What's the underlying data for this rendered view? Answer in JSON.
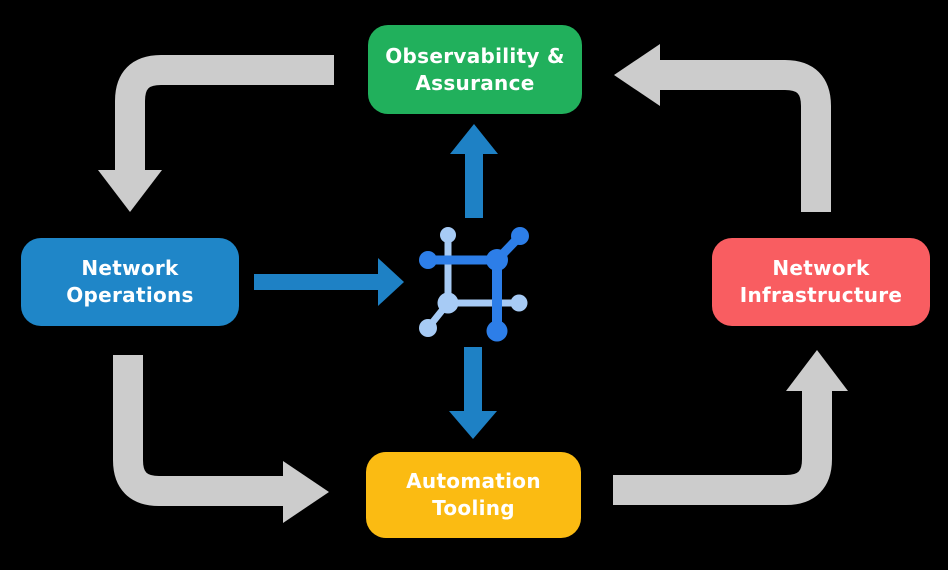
{
  "diagram": {
    "background_color": "#000000",
    "text_color": "#FFFFFF",
    "nodes": [
      {
        "id": "observability-assurance",
        "label_lines": [
          "Observability &",
          "Assurance"
        ],
        "color": "#21B05C"
      },
      {
        "id": "network-operations",
        "label_lines": [
          "Network",
          "Operations"
        ],
        "color": "#1F86C8"
      },
      {
        "id": "network-infrastructure",
        "label_lines": [
          "Network",
          "Infrastructure"
        ],
        "color": "#F95D61"
      },
      {
        "id": "automation-tooling",
        "label_lines": [
          "Automation",
          "Tooling"
        ],
        "color": "#FBBB12"
      }
    ],
    "hub_icon": {
      "name": "network-fabric-icon",
      "dark_blue": "#2D7EE8",
      "light_blue": "#A7CBF5"
    },
    "arrows": {
      "cycle_color": "#CCCCCC",
      "hub_color": "#1E81C5",
      "cycle": [
        {
          "from": "Observability & Assurance",
          "to": "Network Operations"
        },
        {
          "from": "Network Operations",
          "to": "Automation Tooling"
        },
        {
          "from": "Automation Tooling",
          "to": "Network Infrastructure"
        },
        {
          "from": "Network Infrastructure",
          "to": "Observability & Assurance"
        }
      ],
      "hub": [
        {
          "from": "Network Operations",
          "to": "hub"
        },
        {
          "from": "hub",
          "to": "Observability & Assurance"
        },
        {
          "from": "hub",
          "to": "Automation Tooling"
        }
      ]
    }
  }
}
